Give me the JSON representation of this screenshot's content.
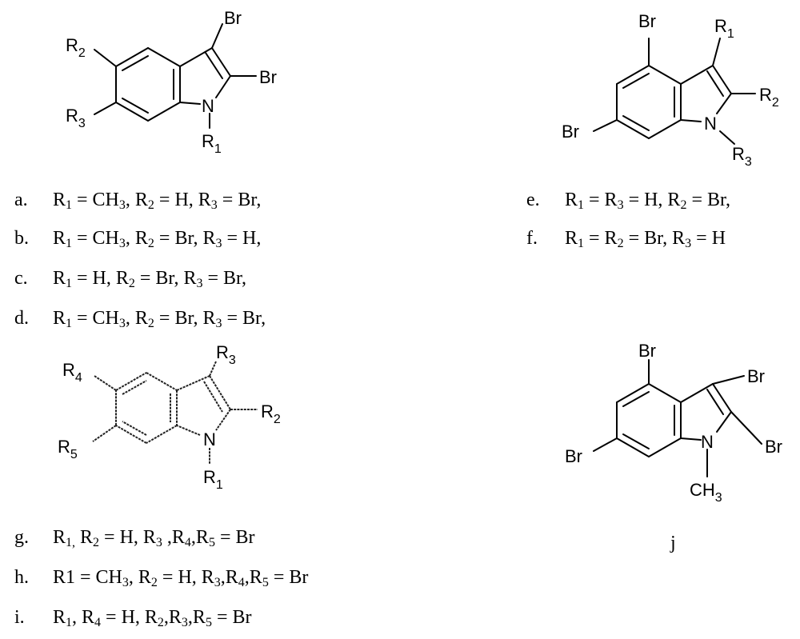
{
  "structures": {
    "top_left": {
      "sub_r2": "R2",
      "sub_r3": "R3",
      "sub_r1": "R1",
      "atom_br_3": "Br",
      "atom_br_2": "Br",
      "atom_n": "N"
    },
    "top_right": {
      "atom_br_4": "Br",
      "atom_br_6": "Br",
      "atom_n": "N",
      "sub_r1": "R1",
      "sub_r2": "R2",
      "sub_r3": "R3"
    },
    "bottom_left": {
      "sub_r3": "R3",
      "sub_r4": "R4",
      "sub_r5": "R5",
      "sub_r2": "R2",
      "sub_r1": "R1",
      "atom_n": "N"
    },
    "compound_j": {
      "atom_br_4": "Br",
      "atom_br_3": "Br",
      "atom_br_6": "Br",
      "atom_br_2": "Br",
      "atom_n": "N",
      "methyl": "CH3",
      "label": "j"
    }
  },
  "definitions": [
    {
      "key": "a.",
      "parts": [
        [
          "R",
          "1"
        ],
        [
          " = CH",
          ""
        ],
        [
          "",
          "3"
        ],
        [
          ", R",
          ""
        ],
        [
          "",
          "2"
        ],
        [
          " = H, R",
          ""
        ],
        [
          "",
          "3"
        ],
        [
          " = Br,",
          ""
        ]
      ]
    },
    {
      "key": "b.",
      "parts": [
        [
          "R",
          "1"
        ],
        [
          " = CH",
          ""
        ],
        [
          "",
          "3"
        ],
        [
          ", R",
          ""
        ],
        [
          "",
          "2"
        ],
        [
          " = Br, R",
          ""
        ],
        [
          "",
          "3"
        ],
        [
          " = H,",
          ""
        ]
      ]
    },
    {
      "key": "c.",
      "parts": [
        [
          "R",
          "1"
        ],
        [
          " = H, R",
          ""
        ],
        [
          "",
          "2"
        ],
        [
          " = Br, R",
          ""
        ],
        [
          "",
          "3"
        ],
        [
          " = Br,",
          ""
        ]
      ]
    },
    {
      "key": "d.",
      "parts": [
        [
          "R",
          "1"
        ],
        [
          " = CH",
          ""
        ],
        [
          "",
          "3"
        ],
        [
          ", R",
          ""
        ],
        [
          "",
          "2"
        ],
        [
          " = Br, R",
          ""
        ],
        [
          "",
          "3"
        ],
        [
          " = Br,",
          ""
        ]
      ]
    },
    {
      "key": "e.",
      "parts": [
        [
          "R",
          "1"
        ],
        [
          " = R",
          ""
        ],
        [
          "",
          "3"
        ],
        [
          " = H, R",
          ""
        ],
        [
          "",
          "2"
        ],
        [
          " = Br,",
          ""
        ]
      ]
    },
    {
      "key": "f.",
      "parts": [
        [
          "R",
          "1"
        ],
        [
          " = R",
          ""
        ],
        [
          "",
          "2"
        ],
        [
          " = Br, R",
          ""
        ],
        [
          "",
          "3"
        ],
        [
          " = H",
          ""
        ]
      ]
    },
    {
      "key": "g.",
      "parts": [
        [
          "R",
          "1,"
        ],
        [
          " R",
          ""
        ],
        [
          "",
          "2"
        ],
        [
          " = H, R",
          ""
        ],
        [
          "",
          "3"
        ],
        [
          " ,R",
          ""
        ],
        [
          "",
          "4"
        ],
        [
          ",R",
          ""
        ],
        [
          "",
          "5"
        ],
        [
          " = Br",
          ""
        ]
      ]
    },
    {
      "key": "h.",
      "parts": [
        [
          "R1 = CH",
          ""
        ],
        [
          "",
          "3"
        ],
        [
          ", R",
          ""
        ],
        [
          "",
          "2"
        ],
        [
          " = H, R",
          ""
        ],
        [
          "",
          "3"
        ],
        [
          ",R",
          ""
        ],
        [
          "",
          "4"
        ],
        [
          ",R",
          ""
        ],
        [
          "",
          "5"
        ],
        [
          " = Br",
          ""
        ]
      ]
    },
    {
      "key": "i.",
      "parts": [
        [
          "R",
          "1"
        ],
        [
          ", R",
          ""
        ],
        [
          "",
          "4"
        ],
        [
          " = H, R",
          ""
        ],
        [
          "",
          "2"
        ],
        [
          ",R",
          ""
        ],
        [
          "",
          "3"
        ],
        [
          ",R",
          ""
        ],
        [
          "",
          "5"
        ],
        [
          " = Br",
          ""
        ]
      ]
    }
  ]
}
